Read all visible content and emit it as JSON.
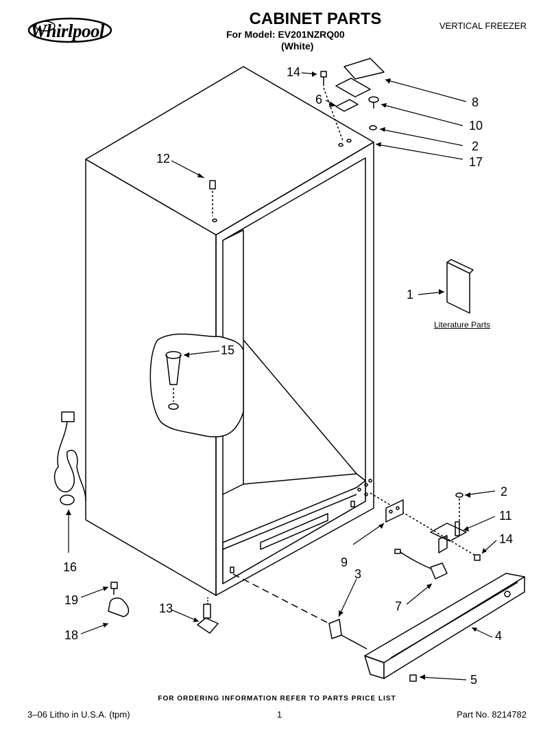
{
  "header": {
    "brand": "Whirlpool",
    "title": "CABINET PARTS",
    "model": "For Model: EV201NZRQ00",
    "color": "(White)",
    "category": "VERTICAL FREEZER"
  },
  "callouts": [
    "14",
    "6",
    "8",
    "10",
    "2",
    "17",
    "12",
    "1",
    "15",
    "2",
    "11",
    "14",
    "9",
    "3",
    "16",
    "7",
    "19",
    "13",
    "4",
    "18",
    "5"
  ],
  "literature_label": "Literature Parts",
  "footer": {
    "note": "FOR ORDERING INFORMATION REFER TO PARTS PRICE LIST",
    "litho": "3–06 Litho in U.S.A. (tpm)",
    "page": "1",
    "part_no": "Part No. 8214782"
  }
}
